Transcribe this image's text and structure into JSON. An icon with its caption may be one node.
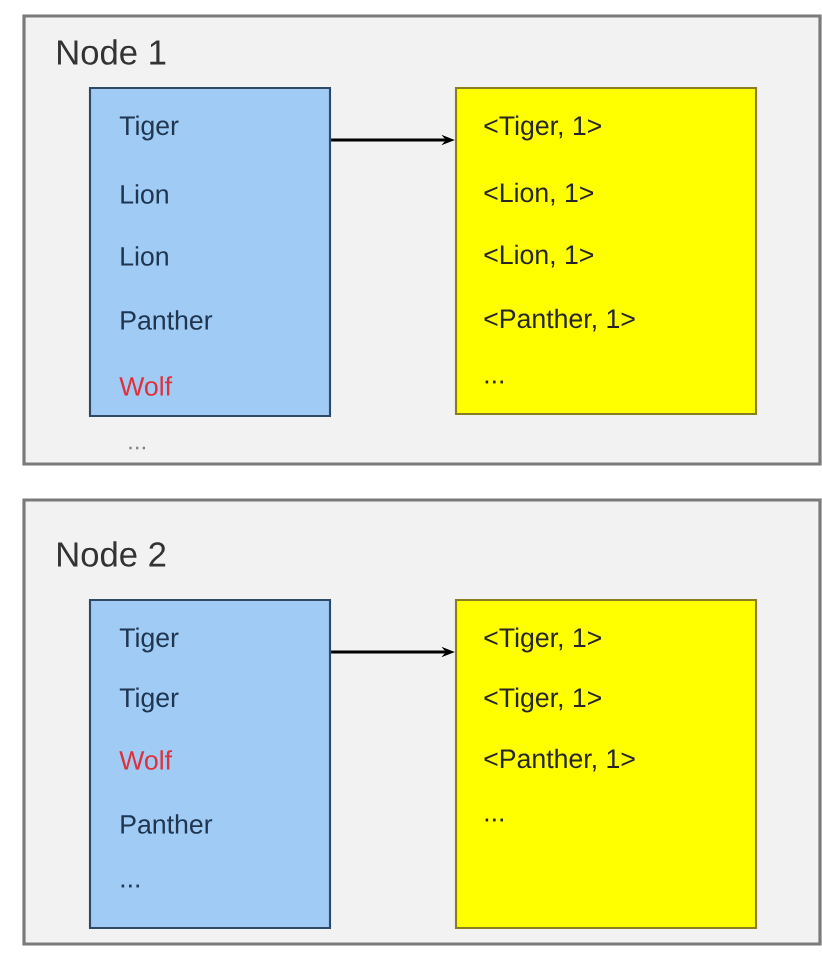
{
  "diagram": {
    "nodes": [
      {
        "text": [
          "Node 1",
          "..."
        ]
      },
      {
        "text": [
          "Tiger",
          "Lion",
          "Lion",
          "Panther",
          "Wolf"
        ],
        "in": 0
      },
      {
        "text": [
          "<Tiger, 1>",
          "<Lion, 1>",
          "<Lion, 1>",
          "<Panther, 1>",
          "..."
        ],
        "in": 0
      },
      {
        "text": [
          "Node 2"
        ]
      },
      {
        "text": [
          "Tiger",
          "Tiger",
          "Wolf",
          "Panther",
          "..."
        ],
        "in": 3
      },
      {
        "text": [
          "<Tiger, 1>",
          "<Tiger, 1>",
          "<Panther, 1>",
          "..."
        ],
        "in": 3
      }
    ],
    "edges": [
      {
        "from": 1,
        "to": 2,
        "arrow": "to"
      },
      {
        "from": 4,
        "to": 5,
        "arrow": "to"
      }
    ]
  }
}
